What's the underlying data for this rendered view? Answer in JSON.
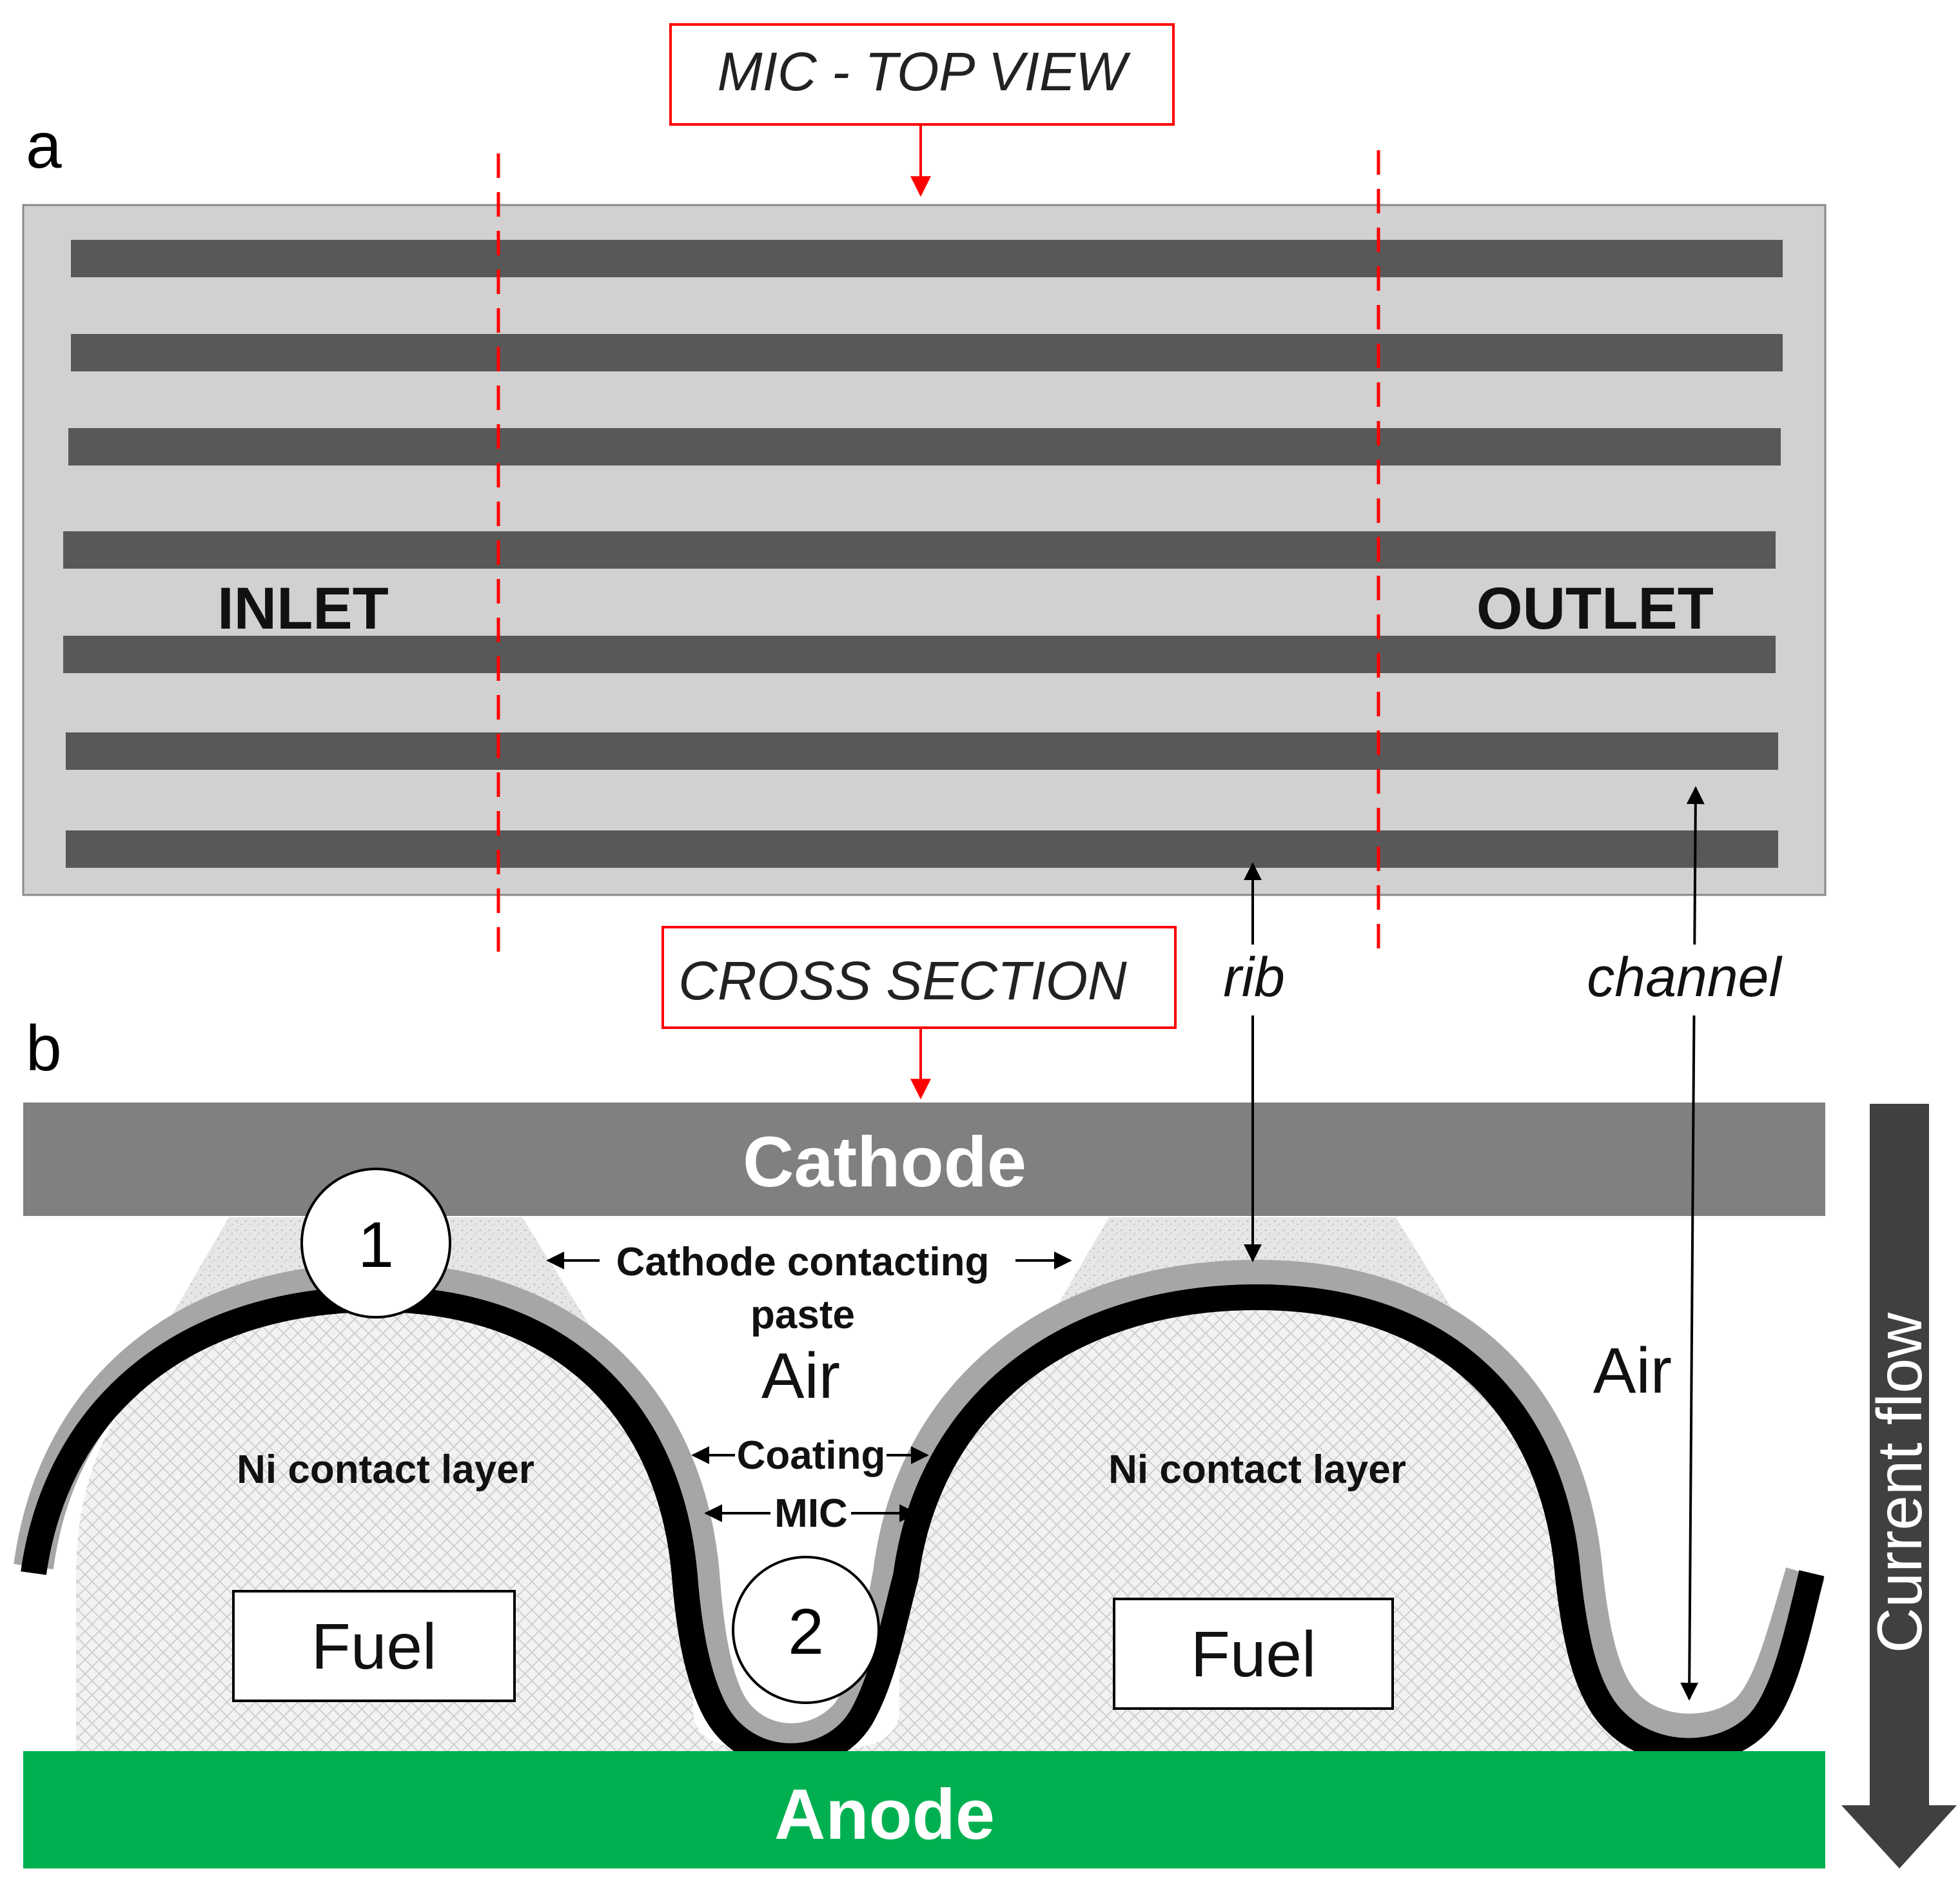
{
  "panel_a": {
    "label": "a",
    "title_box": "MIC - TOP VIEW",
    "inlet": "INLET",
    "outlet": "OUTLET",
    "rib_label": "rib",
    "channel_label": "channel"
  },
  "panel_b": {
    "label": "b",
    "title_box": "CROSS SECTION",
    "cathode": "Cathode",
    "anode": "Anode",
    "contact_1": "1",
    "contact_2": "2",
    "paste_line1": "Cathode contacting",
    "paste_line2": "paste",
    "air_left": "Air",
    "air_right": "Air",
    "coating": "Coating",
    "mic": "MIC",
    "ni_left": "Ni contact layer",
    "ni_right": "Ni contact layer",
    "fuel_left": "Fuel",
    "fuel_right": "Fuel",
    "current_flow": "Current flow"
  },
  "colors": {
    "plate": "#d2d0d0",
    "rib_bar": "#585858",
    "cathode": "#808080",
    "anode": "#00b050",
    "red": "#ff0000",
    "mic": "#000000",
    "coating": "#a6a6a6",
    "current_arrow": "#404040"
  }
}
